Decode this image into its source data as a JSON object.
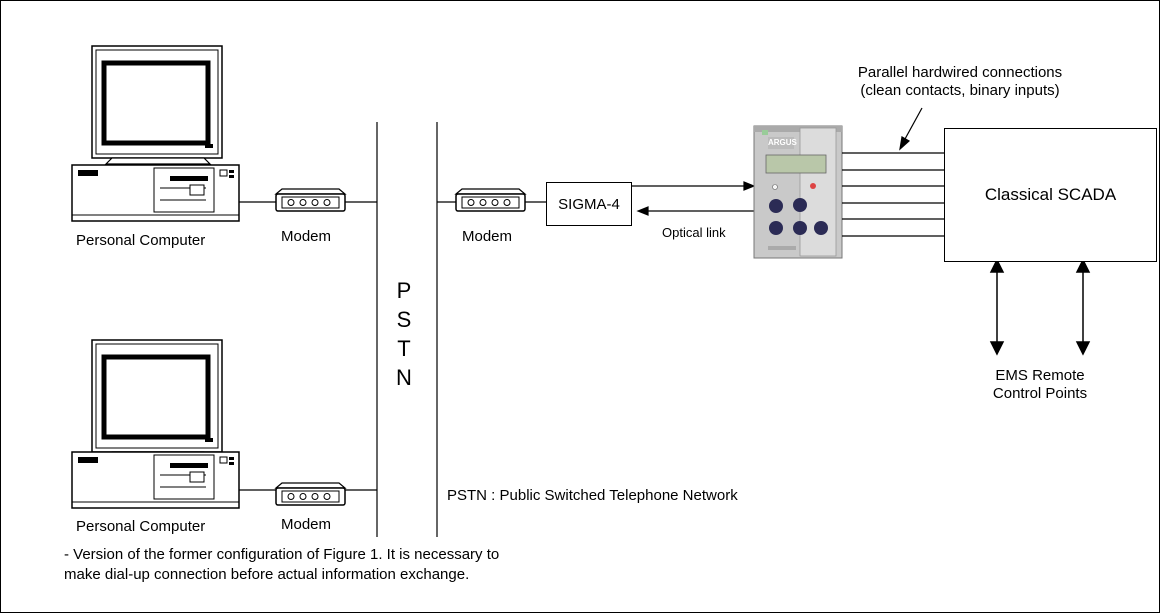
{
  "labels": {
    "pc_top": "Personal Computer",
    "pc_bottom": "Personal Computer",
    "modem_top_left": "Modem",
    "modem_bottom_left": "Modem",
    "modem_right": "Modem",
    "pstn_letters": [
      "P",
      "S",
      "T",
      "N"
    ],
    "sigma": "SIGMA-4",
    "optical_link": "Optical link",
    "parallel_line1": "Parallel hardwired connections",
    "parallel_line2": "(clean contacts, binary inputs)",
    "scada": "Classical SCADA",
    "ems_line1": "EMS Remote",
    "ems_line2": "Control Points",
    "pstn_legend": "PSTN : Public Switched Telephone Network",
    "footnote": "- Version of the former configuration of Figure 1. It is necessary to make dial-up connection before actual information exchange."
  },
  "device": {
    "brand": "ARGUS"
  },
  "icons": [
    "personal-computer-icon",
    "modem-icon",
    "relay-device-icon"
  ]
}
